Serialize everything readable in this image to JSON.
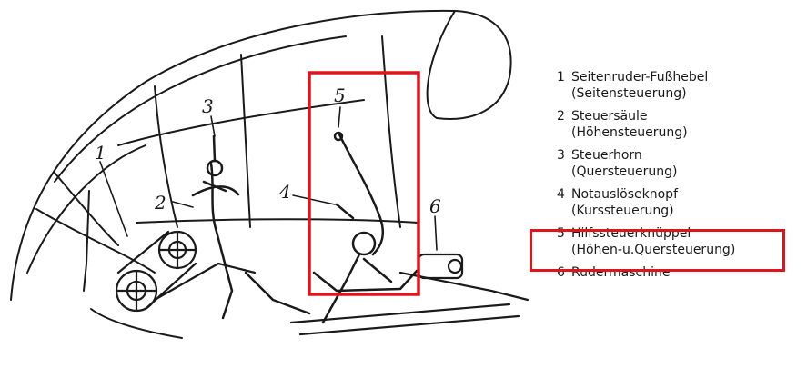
{
  "diagram": {
    "callouts": [
      "1",
      "2",
      "3",
      "4",
      "5",
      "6"
    ],
    "highlight_color": "#e0151c"
  },
  "legend": {
    "items": [
      {
        "num": "1",
        "name": "Seitenruder-Fußhebel",
        "sub": "(Seitensteuerung)"
      },
      {
        "num": "2",
        "name": "Steuersäule",
        "sub": "(Höhensteuerung)"
      },
      {
        "num": "3",
        "name": "Steuerhorn",
        "sub": "(Quersteuerung)"
      },
      {
        "num": "4",
        "name": "Notauslöseknopf",
        "sub": "(Kurssteuerung)"
      },
      {
        "num": "5",
        "name": "Hilfssteuerknüppel",
        "sub": "(Höhen-u.Quersteuerung)"
      },
      {
        "num": "6",
        "name": "Rudermaschine",
        "sub": ""
      }
    ]
  }
}
